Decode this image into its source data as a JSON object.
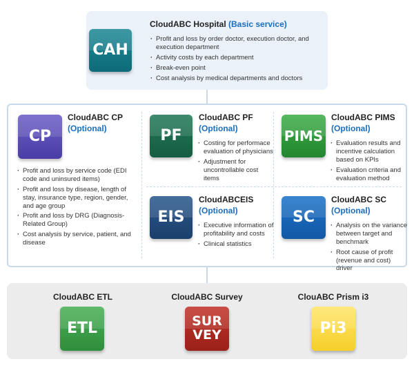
{
  "cah": {
    "tile": "CAH",
    "title": "CloudABC Hospital",
    "subtitle": "(Basic service)",
    "features": [
      "Profit and loss by order doctor, execution doctor, and execution department",
      "Activity costs by each department",
      "Break-even point",
      "Cost analysis by medical departments and doctors"
    ],
    "color": "#0e6b78"
  },
  "cp": {
    "tile": "CP",
    "title": "CloudABC CP",
    "subtitle": "(Optional)",
    "features": [
      "Profit and loss by service code (EDI code and uninsured items)",
      "Profit and loss by disease, length of stay, insurance type, region, gender, and age group",
      "Profit and loss by DRG (Diagnosis-Related Group)",
      "Cost analysis by service, patient, and disease"
    ],
    "color": "#4a3ea6"
  },
  "pf": {
    "tile": "PF",
    "title": "CloudABC PF",
    "subtitle": "(Optional)",
    "features": [
      "Costing for performace evaluation of physicians",
      "Adjustment for uncontrollable cost items"
    ],
    "color": "#155c42"
  },
  "pims": {
    "tile": "PIMS",
    "title": "CloudABC PIMS",
    "subtitle": "(Optional)",
    "features": [
      "Evaluation results and incentive calculation based on KPIs",
      "Evaluation criteria and evaluation method"
    ],
    "color": "#24862f"
  },
  "eis": {
    "tile": "EIS",
    "title": "CloudABCEIS",
    "subtitle": "(Optional)",
    "features": [
      "Executive information of profitability and costs",
      "Clinical statistics"
    ],
    "color": "#1b3f6c"
  },
  "sc": {
    "tile": "SC",
    "title": "CloudABC SC",
    "subtitle": "(Optional)",
    "features": [
      "Analysis on the variance between target and benchmark",
      "Root cause of profit (revenue and cost) driver"
    ],
    "color": "#1358a6"
  },
  "bottom": [
    {
      "title": "CloudABC ETL",
      "tile_lines": [
        "ETL"
      ],
      "color": "#2f8d3b"
    },
    {
      "title": "CloudABC Survey",
      "tile_lines": [
        "SUR",
        "VEY"
      ],
      "color": "#9a2019"
    },
    {
      "title": "ClouABC Prism i3",
      "tile_lines": [
        "Pi3"
      ],
      "color": "#f5cf2b"
    }
  ]
}
